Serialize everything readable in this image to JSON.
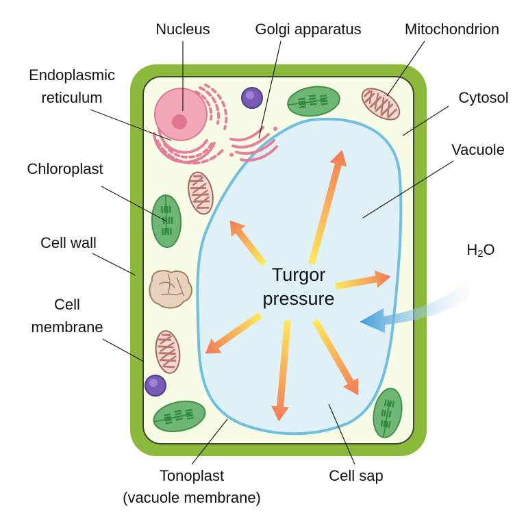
{
  "labels": {
    "nucleus": "Nucleus",
    "golgi": "Golgi apparatus",
    "mitochondrion": "Mitochondrion",
    "er_line1": "Endoplasmic",
    "er_line2": "reticulum",
    "cytosol": "Cytosol",
    "vacuole": "Vacuole",
    "chloroplast": "Chloroplast",
    "cell_wall": "Cell wall",
    "membrane_line1": "Cell",
    "membrane_line2": "membrane",
    "water_main": "H",
    "water_sub": "2",
    "water_end": "O",
    "turgor_line1": "Turgor",
    "turgor_line2": "pressure",
    "tonoplast_line1": "Tonoplast",
    "tonoplast_line2": "(vacuole membrane)",
    "cell_sap": "Cell sap"
  },
  "colors": {
    "cell_wall": "#8cb83c",
    "cytosol": "#f8fbe6",
    "vacuole_fill": "#dff1f6",
    "tonoplast": "#6fbfe0",
    "nucleus": "#f2a7b8",
    "nucleolus": "#e07590",
    "er": "#e37f9a",
    "golgi": "#e37f9a",
    "chloroplast": "#6fb576",
    "thylakoid": "#2f8a3c",
    "mitochondrion": "#f1d8d0",
    "cristae": "#b5776f",
    "vesicle": "#7a5bb6",
    "amyloplast": "#e9d2bd",
    "arrow_start": "#ffe35c",
    "arrow_end": "#f08060",
    "water_arrow": "#4fa6dc"
  },
  "icons": [
    "nucleus-icon",
    "golgi-icon",
    "mitochondrion-icon",
    "chloroplast-icon",
    "vesicle-icon",
    "amyloplast-icon"
  ]
}
